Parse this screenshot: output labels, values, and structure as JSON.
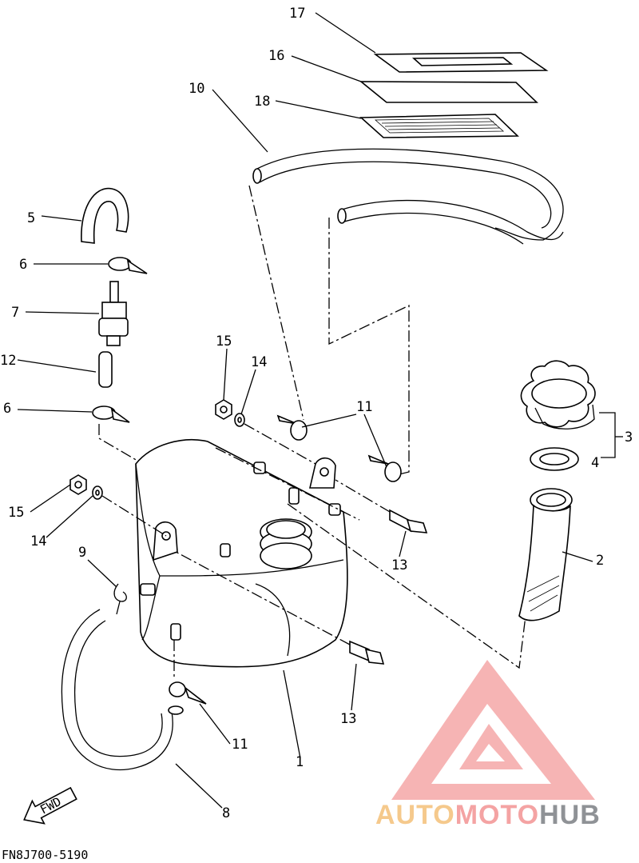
{
  "diagram": {
    "part_numbers": [
      "1",
      "2",
      "3",
      "4",
      "5",
      "6",
      "6",
      "7",
      "8",
      "9",
      "10",
      "11",
      "11",
      "12",
      "13",
      "13",
      "14",
      "14",
      "15",
      "15",
      "16",
      "17",
      "18"
    ],
    "fwd_label": "FWD",
    "drawing_code": "FN8J700-5190"
  },
  "watermark": {
    "brand_part1": "AUTO",
    "brand_part2": "MOTO",
    "brand_part3": "HUB",
    "colors": {
      "auto": "#f5c98c",
      "moto": "#f4a3a3",
      "hub": "#8f9296",
      "logo": "#f39b9b"
    }
  }
}
